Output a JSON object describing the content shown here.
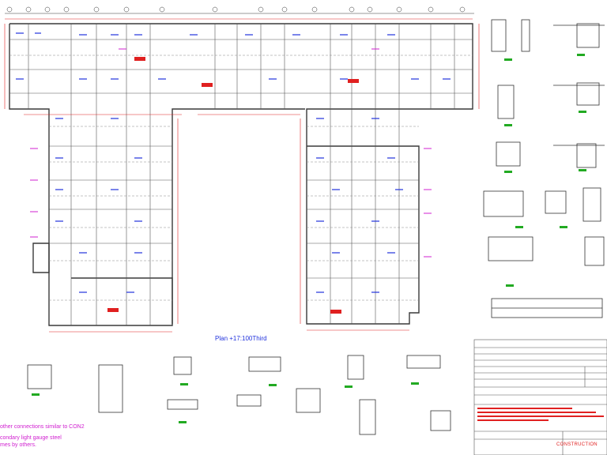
{
  "plan": {
    "title": "Plan +17:100Third"
  },
  "notes": {
    "line1": "other connections similar to CON2",
    "line2": "condary light gauge steel",
    "line3": "mes by others."
  },
  "title_block": {
    "status": "CONSTRUCTION"
  },
  "colors": {
    "structure": "#3a3a3a",
    "dimension": "#e02020",
    "annotation": "#2233dd",
    "detail_tag": "#22aa22",
    "note": "#d020d0"
  }
}
